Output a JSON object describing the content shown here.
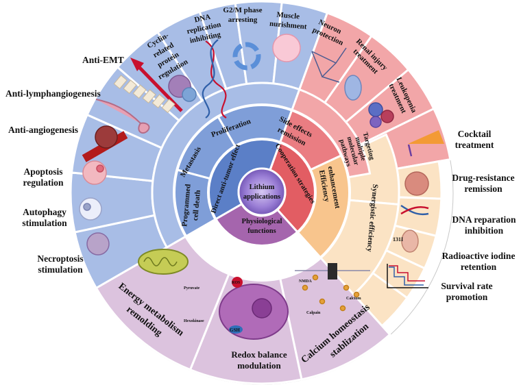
{
  "center": {
    "line1": "Lithium",
    "line2": "applications"
  },
  "inner": {
    "direct": "Direct anti-tumor effect",
    "cooperation": "Cooperation strategies",
    "physiological_1": "Physiological",
    "physiological_2": "functions"
  },
  "middle": {
    "proliferation": "Proliferation",
    "metastasis": "Metastasis",
    "programmed_1": "Programmed",
    "programmed_2": "cell death",
    "side_effects_1": "Side effects",
    "side_effects_2": "remission",
    "efficiency_1": "Efficiency",
    "efficiency_2": "enhancement"
  },
  "upper_segments": {
    "dna_1": "DNA",
    "dna_2": "replication",
    "dna_3": "inhibiting",
    "g2m_1": "G2/M phase",
    "g2m_2": "arresting",
    "cyclin_1": "Cyclin-",
    "cyclin_2": "related",
    "cyclin_3": "protein",
    "cyclin_4": "regulation",
    "muscle_1": "Muscle",
    "muscle_2": "nurishment",
    "neuron_1": "Neuron",
    "neuron_2": "protection",
    "renal_1": "Renal injury",
    "renal_2": "treatment",
    "leuk_1": "Leukopenia",
    "leuk_2": "treatment"
  },
  "right_middle": {
    "targeting_1": "Targeting",
    "targeting_2": "multiple",
    "targeting_3": "molecular",
    "targeting_4": "pathways",
    "synergistic": "Synergistic efficiency"
  },
  "lower": {
    "energy_1": "Energy metabolism",
    "energy_2": "remolding",
    "redox_1": "Redox balance",
    "redox_2": "modulation",
    "calcium_1": "Calcium homeostasis",
    "calcium_2": "stablization"
  },
  "illustration_labels": {
    "hexokinase": "Hexokinase",
    "pyruvate": "Pyruvate",
    "gsh": "GSH",
    "ros": "ROS",
    "calcium": "Calcium",
    "calpain": "Calpain",
    "nmda": "NMDA"
  },
  "outer_left": {
    "anti_emt": "Anti-EMT",
    "anti_lymph": "Anti-lymphangiogenesis",
    "anti_angio": "Anti-angiogenesis",
    "apoptosis_1": "Apoptosis",
    "apoptosis_2": "regulation",
    "autophagy_1": "Autophagy",
    "autophagy_2": "stimulation",
    "necroptosis_1": "Necroptosis",
    "necroptosis_2": "stimulation"
  },
  "outer_right": {
    "cocktail_1": "Cocktail",
    "cocktail_2": "treatment",
    "drug_1": "Drug-resistance",
    "drug_2": "remission",
    "dna_rep_1": "DNA reparation",
    "dna_rep_2": "inhibition",
    "iodine_1": "Radioactive iodine",
    "iodine_2": "retention",
    "iodine_symbol": "131I",
    "survival_1": "Survival rate",
    "survival_2": "promotion"
  },
  "colors": {
    "blue_outer": "#a8bde6",
    "blue_middle": "#7f9ed8",
    "blue_inner": "#5b7fc7",
    "pink_outer": "#f2a6a8",
    "pink_middle": "#ea7d82",
    "pink_inner": "#e25d63",
    "peach_outer": "#fbe3c4",
    "peach_middle": "#f8c58d",
    "purple_outer": "#dcc3de",
    "purple_inner": "#a565ad",
    "center": "#7a55b5"
  }
}
